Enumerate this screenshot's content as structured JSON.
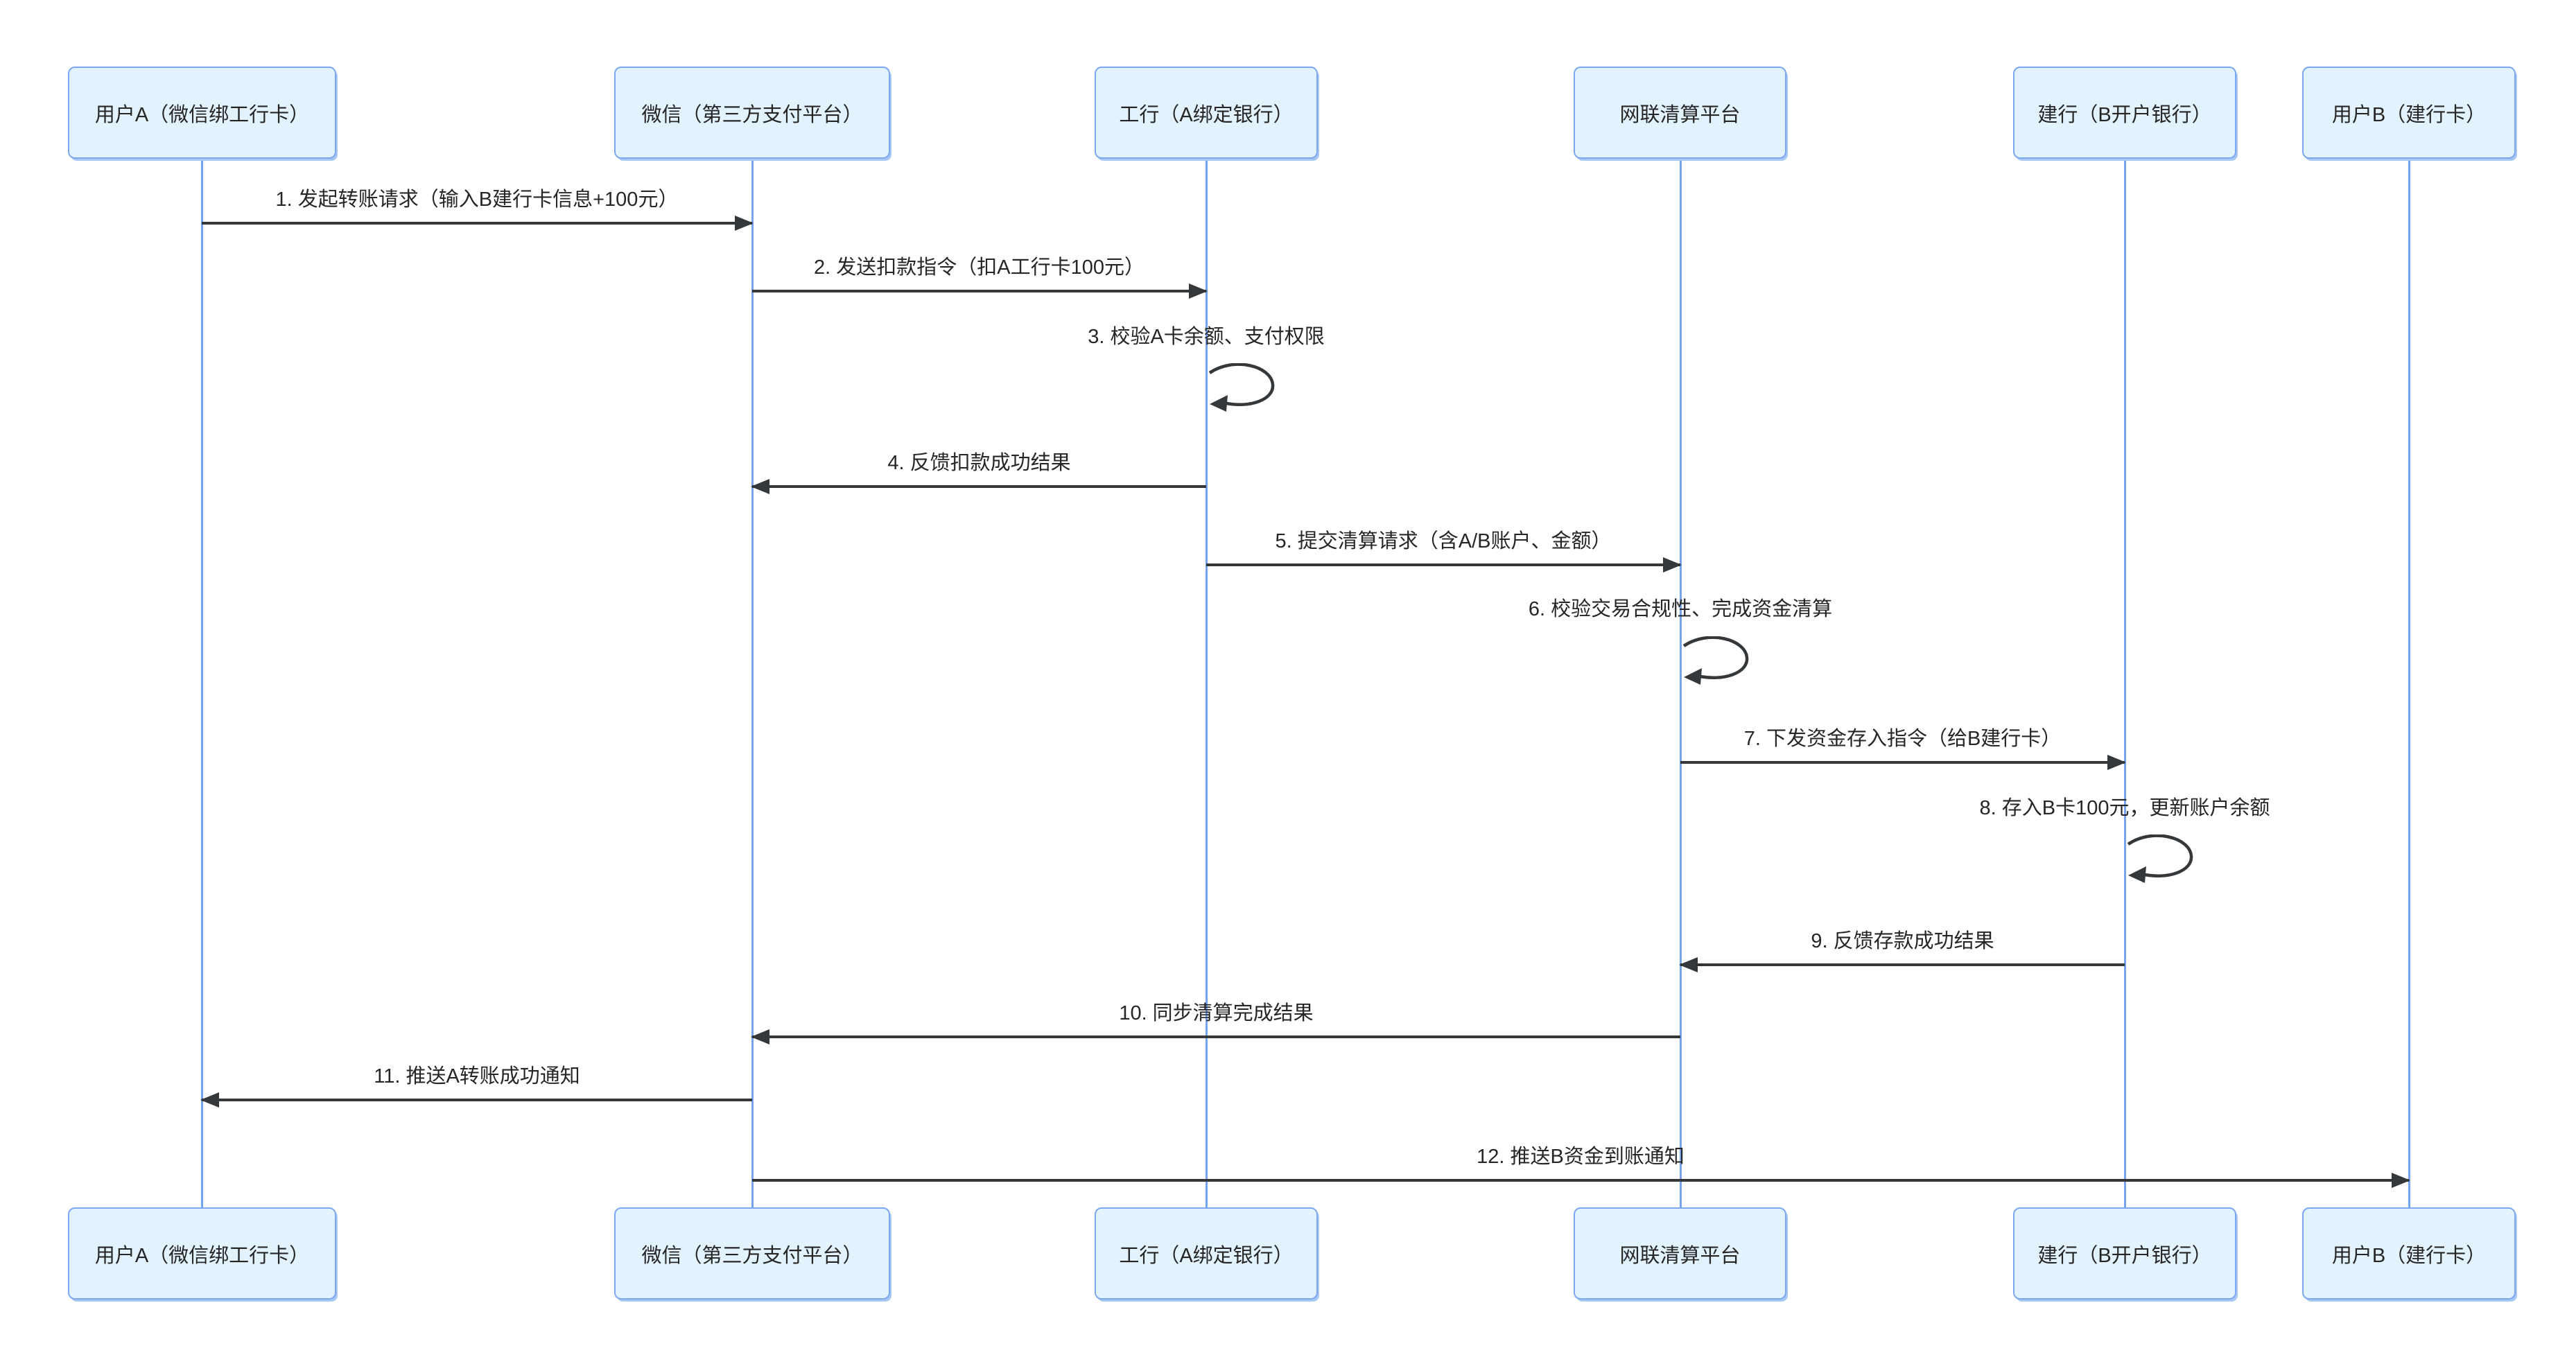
{
  "diagram": {
    "title": "",
    "actors": [
      {
        "id": "userA",
        "label": "用户A（微信绑工行卡）"
      },
      {
        "id": "wechat",
        "label": "微信（第三方支付平台）"
      },
      {
        "id": "icbc",
        "label": "工行（A绑定银行）"
      },
      {
        "id": "netsunion",
        "label": "网联清算平台"
      },
      {
        "id": "ccb",
        "label": "建行（B开户银行）"
      },
      {
        "id": "userB",
        "label": "用户B（建行卡）"
      }
    ],
    "messages": [
      {
        "seq": 1,
        "from": "userA",
        "to": "wechat",
        "type": "arrow",
        "label": "1. 发起转账请求（输入B建行卡信息+100元）"
      },
      {
        "seq": 2,
        "from": "wechat",
        "to": "icbc",
        "type": "arrow",
        "label": "2. 发送扣款指令（扣A工行卡100元）"
      },
      {
        "seq": 3,
        "from": "icbc",
        "to": "icbc",
        "type": "self",
        "label": "3. 校验A卡余额、支付权限"
      },
      {
        "seq": 4,
        "from": "icbc",
        "to": "wechat",
        "type": "arrow",
        "label": "4. 反馈扣款成功结果"
      },
      {
        "seq": 5,
        "from": "icbc",
        "to": "netsunion",
        "type": "arrow",
        "label": "5. 提交清算请求（含A/B账户、金额）"
      },
      {
        "seq": 6,
        "from": "netsunion",
        "to": "netsunion",
        "type": "self",
        "label": "6. 校验交易合规性、完成资金清算"
      },
      {
        "seq": 7,
        "from": "netsunion",
        "to": "ccb",
        "type": "arrow",
        "label": "7. 下发资金存入指令（给B建行卡）"
      },
      {
        "seq": 8,
        "from": "ccb",
        "to": "ccb",
        "type": "self",
        "label": "8. 存入B卡100元，更新账户余额"
      },
      {
        "seq": 9,
        "from": "ccb",
        "to": "netsunion",
        "type": "arrow",
        "label": "9. 反馈存款成功结果"
      },
      {
        "seq": 10,
        "from": "netsunion",
        "to": "wechat",
        "type": "arrow",
        "label": "10. 同步清算完成结果"
      },
      {
        "seq": 11,
        "from": "wechat",
        "to": "userA",
        "type": "arrow",
        "label": "11. 推送A转账成功通知"
      },
      {
        "seq": 12,
        "from": "wechat",
        "to": "userB",
        "type": "arrow",
        "label": "12. 推送B资金到账通知"
      }
    ],
    "colors": {
      "background": "#FFFFFF",
      "actor_fill": "#E2F3FD",
      "actor_border": "#7CA7F1",
      "lifeline": "#76A3F2",
      "arrow": "#35383B",
      "text": "#262626"
    }
  }
}
